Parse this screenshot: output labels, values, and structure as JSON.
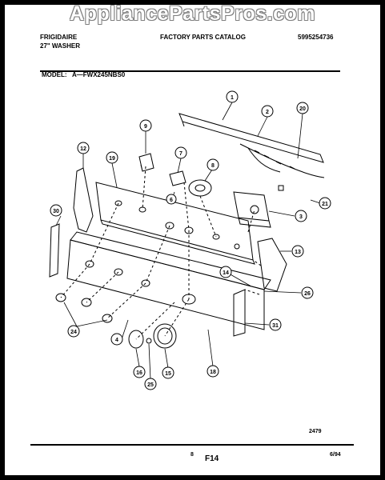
{
  "watermark": "AppliancePartsPros.com",
  "header": {
    "brand": "FRIGIDAIRE",
    "product": "27\" WASHER",
    "catalog": "FACTORY PARTS CATALOG",
    "part_number": "5995254736",
    "model_label": "MODEL:",
    "model_value": "A—FWX245NBS0"
  },
  "callouts": [
    "1",
    "2",
    "20",
    "9",
    "7",
    "8",
    "12",
    "19",
    "6",
    "21",
    "3",
    "30",
    "13",
    "14",
    "26",
    "31",
    "24",
    "4",
    "16",
    "25",
    "15",
    "18"
  ],
  "footer": {
    "ref_number": "2479",
    "page_number": "8",
    "figure": "F14",
    "date": "6/94"
  }
}
